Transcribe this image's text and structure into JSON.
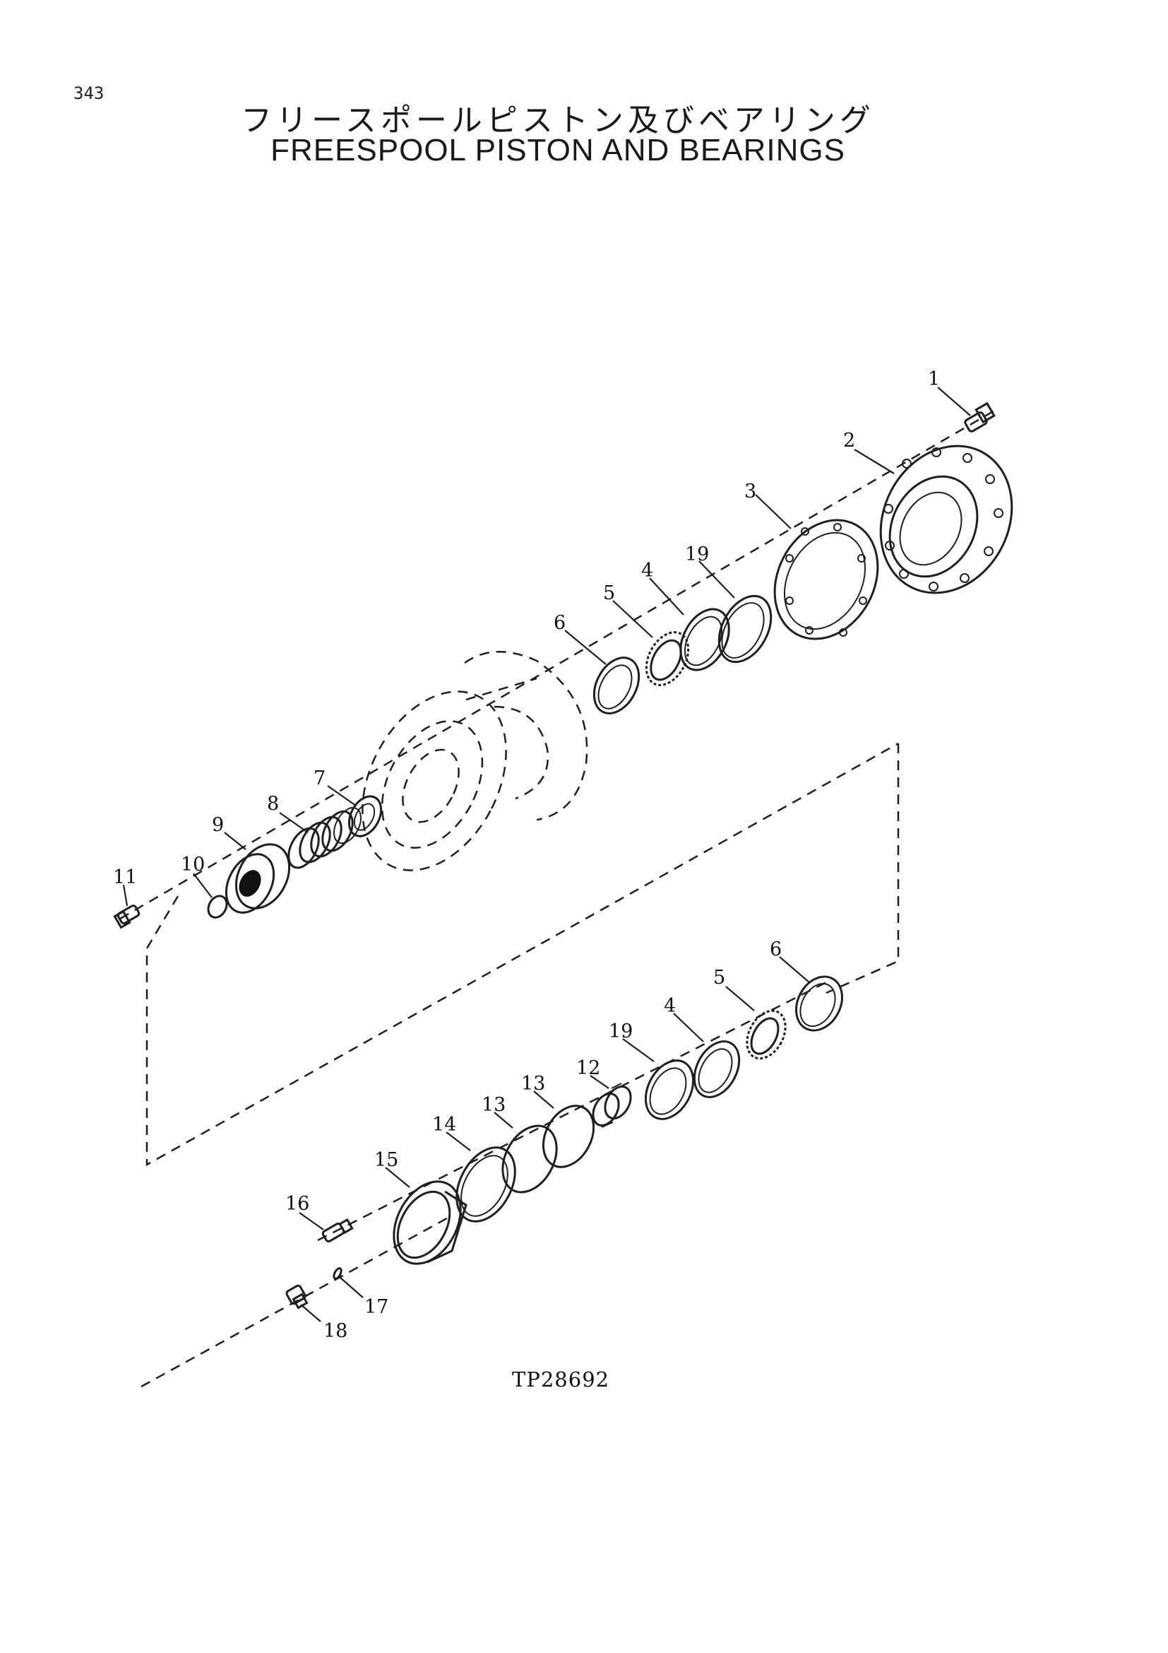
{
  "page_number": "343",
  "title": {
    "japanese": "フリースポールピストン及びベアリング",
    "english": "FREESPOOL PISTON AND BEARINGS"
  },
  "drawing_id": "TP28692",
  "callouts": [
    "1",
    "2",
    "3",
    "19",
    "4",
    "5",
    "6",
    "7",
    "8",
    "9",
    "10",
    "11",
    "6",
    "5",
    "4",
    "19",
    "12",
    "13",
    "13",
    "14",
    "15",
    "16",
    "17",
    "18"
  ]
}
